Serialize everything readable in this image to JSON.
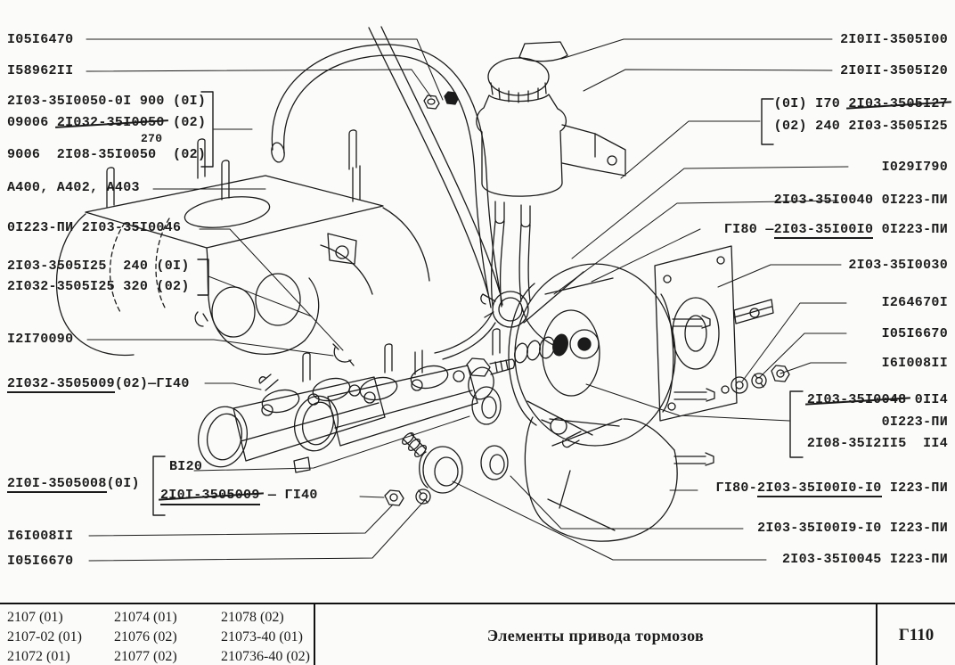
{
  "callouts": {
    "left": {
      "l1": "I05I6470",
      "l2": "I58962II",
      "l3": "2I03-35I0050-0I 900 (0I)",
      "l4_prefix": "09006 ",
      "l4_struck": "2I032-35I0050",
      "l4_suffix": " (02)",
      "l4_sub": "270",
      "l5": "9006  2I08-35I0050  (02)",
      "l6": "A400, A402, A403",
      "l7": "0I223-ПИ 2I03-35I0046",
      "l8": "2I03-3505I25  240 (0I)",
      "l9": "2I032-3505I25 320 (02)",
      "l10": "I2I70090",
      "l11_under": "2I032-3505009",
      "l11_suffix": "(02)—ГI40",
      "l12_under": "2I0I-3505008",
      "l12_suffix": "(0I)",
      "l13": "BI20",
      "l14_struck": "2I0I-3505009",
      "l14_suffix": " — ГI40",
      "l15": "I6I008II",
      "l16": "I05I6670"
    },
    "right": {
      "r1": "2I0II-3505I00",
      "r2": "2I0II-3505I20",
      "r3_prefix": "(0I) I70 ",
      "r3_struck": "2I03-3505I27",
      "r4": "(02) 240 2I03-3505I25",
      "r5": "I029I790",
      "r6": "2I03-35I0040 0I223-ПИ",
      "r7_prefix": "ГI80 —",
      "r7_under": "2I03-35I00I0",
      "r7_suffix": " 0I223-ПИ",
      "r8": "2I03-35I0030",
      "r9": "I264670I",
      "r10": "I05I6670",
      "r11": "I6I008II",
      "r12_struck": "2I03-35I0048",
      "r12_suffix": " 0II4",
      "r13": "0I223-ПИ",
      "r14": "2I08-35I2II5  II4",
      "r15_prefix": "ГI80-",
      "r15_under": "2I03-35I00I0-I0",
      "r15_suffix": " I223-ПИ",
      "r16": "2I03-35I00I9-I0 I223-ПИ",
      "r17": "2I03-35I0045 I223-ПИ"
    }
  },
  "footer": {
    "models": [
      [
        "2107 (01)",
        "21074 (01)",
        "21078 (02)"
      ],
      [
        "2107-02 (01)",
        "21076 (02)",
        "21073-40 (01)"
      ],
      [
        "21072 (01)",
        "21077 (02)",
        "210736-40 (02)"
      ]
    ],
    "title": "Элементы привода тормозов",
    "page_code": "Г110"
  }
}
